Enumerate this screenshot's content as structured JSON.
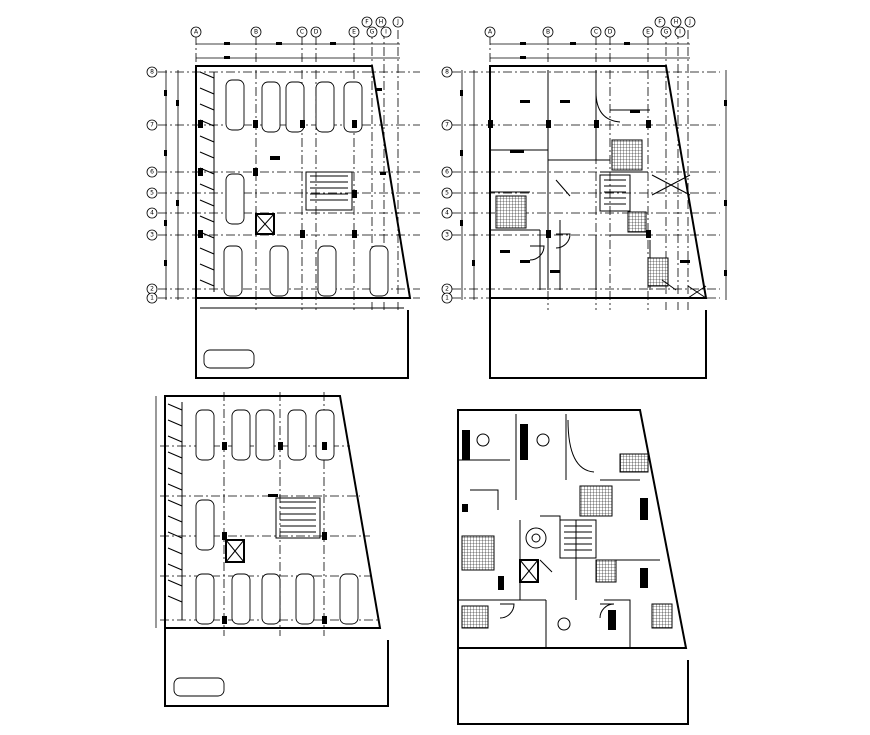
{
  "drawing": {
    "grid_x_labels": [
      "A",
      "B",
      "C",
      "D",
      "E",
      "F",
      "G",
      "H",
      "I",
      "J"
    ],
    "grid_y_labels": [
      "8",
      "7",
      "6",
      "5",
      "4",
      "3",
      "2",
      "1"
    ]
  }
}
